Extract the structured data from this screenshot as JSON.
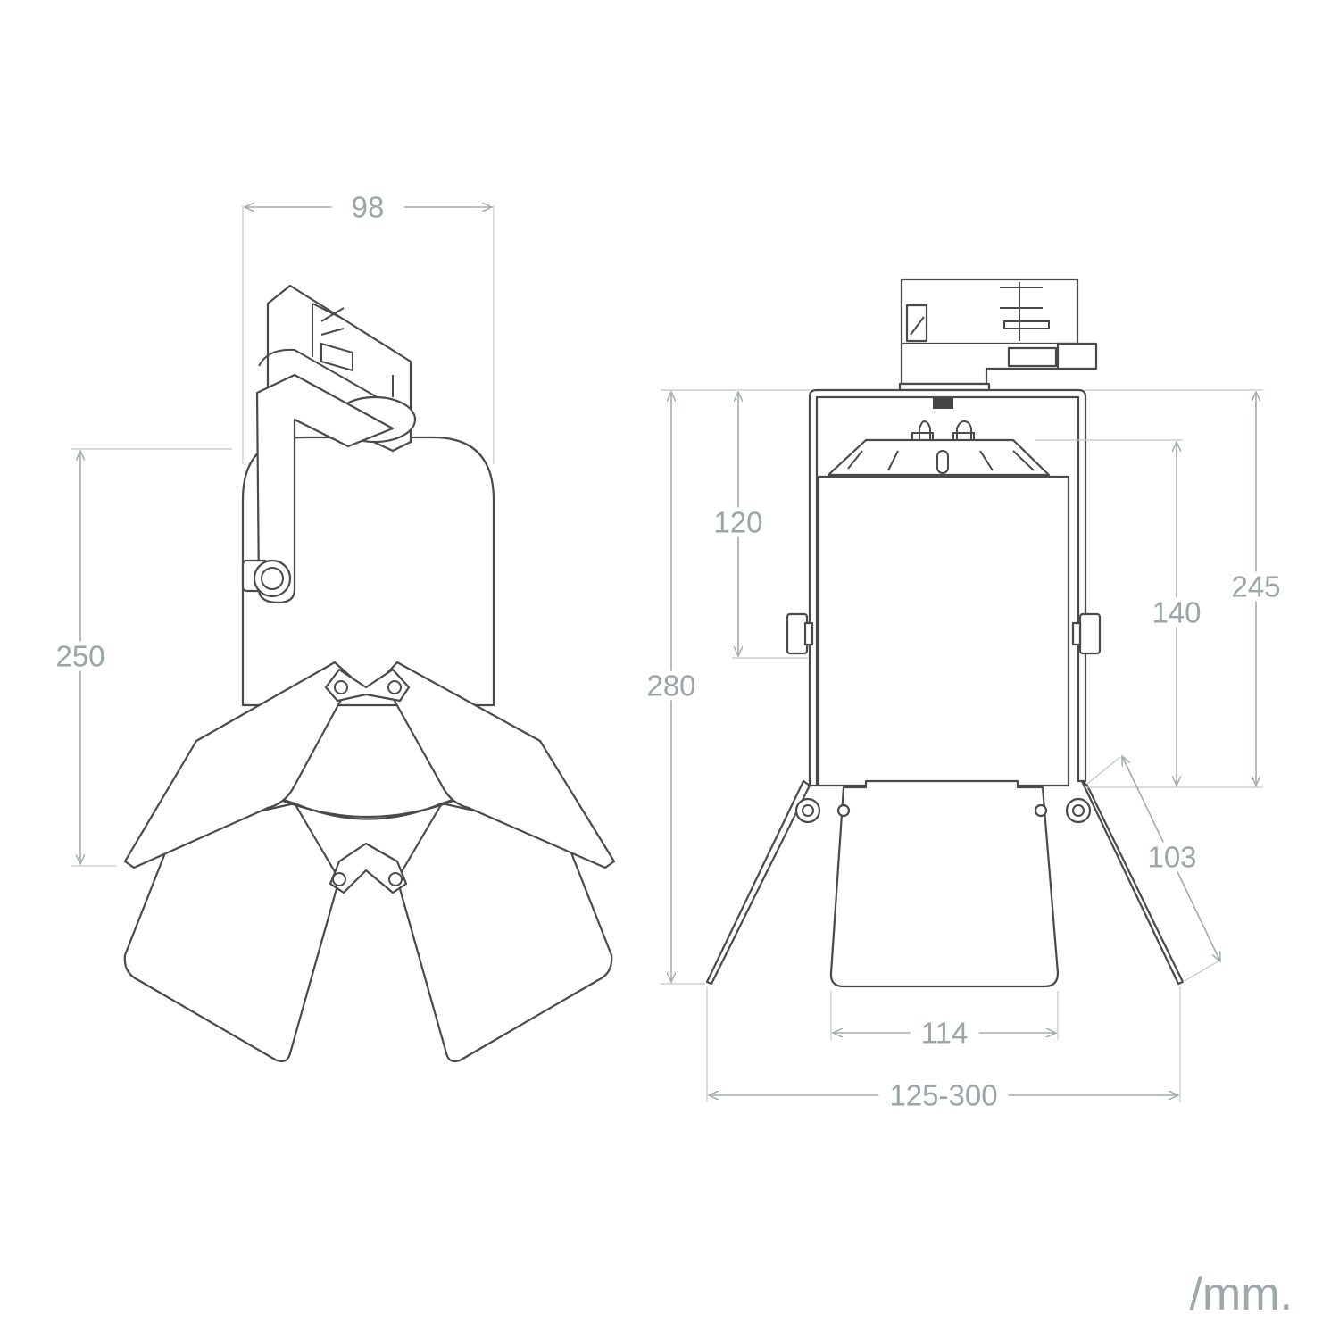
{
  "dimensions": {
    "left_width": "98",
    "left_height": "250",
    "right_inner_height": "120",
    "right_total_height": "280",
    "right_body_height": "140",
    "right_height_245": "245",
    "flap_length": "103",
    "front_flap_width": "114",
    "opening_range": "125-300"
  },
  "unit": "/mm.",
  "colors": {
    "line": "#4a4a4a",
    "dimension": "#9aa5a7"
  }
}
